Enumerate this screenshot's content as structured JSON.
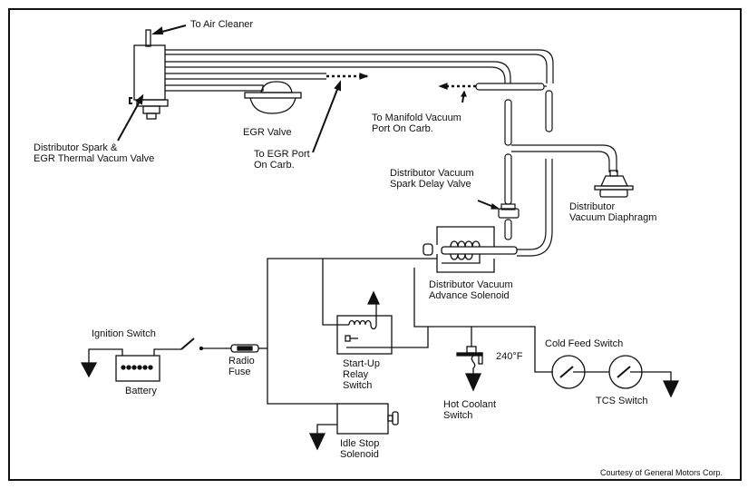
{
  "labels": {
    "air_cleaner": "To Air Cleaner",
    "thermal_valve": "Distributor Spark &\nEGR Thermal Vacum Valve",
    "egr_valve": "EGR Valve",
    "egr_port": "To EGR Port\nOn Carb.",
    "manifold_port": "To Manifold Vacuum\nPort On Carb.",
    "spark_delay": "Distributor Vacuum\nSpark Delay Valve",
    "diaphragm": "Distributor\nVacuum Diaphragm",
    "advance_solenoid": "Distributor Vacuum\nAdvance Solenoid",
    "ignition_switch": "Ignition Switch",
    "battery": "Battery",
    "radio_fuse": "Radio\nFuse",
    "startup_relay": "Start-Up\nRelay\nSwitch",
    "idle_stop": "Idle Stop\nSolenoid",
    "temp": "240°F",
    "hot_coolant": "Hot Coolant\nSwitch",
    "cold_feed": "Cold Feed Switch",
    "tcs": "TCS Switch",
    "credit": "Courtesy of General Motors Corp."
  }
}
